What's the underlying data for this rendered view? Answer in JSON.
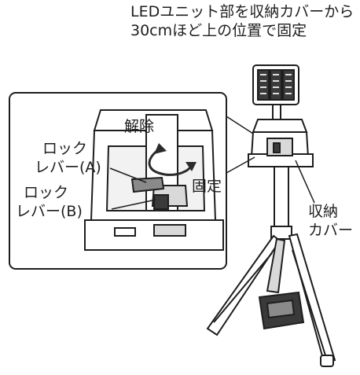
{
  "caption": {
    "line1": "LEDユニット部を収納カバーから",
    "line2": "30cmほど上の位置で固定"
  },
  "labels": {
    "release": "解除",
    "fix": "固定",
    "lever_a_line1": "ロック",
    "lever_a_line2": "レバー(A)",
    "lever_b_line1": "ロック",
    "lever_b_line2": "レバー(B)",
    "cover_line1": "収納",
    "cover_line2": "カバー"
  },
  "colors": {
    "line": "#1e1e1e",
    "fill_dark": "#3a3a3a",
    "fill_mid": "#8a8a8a",
    "fill_light": "#d9d9d9",
    "arrow": "#2b2b2b"
  }
}
